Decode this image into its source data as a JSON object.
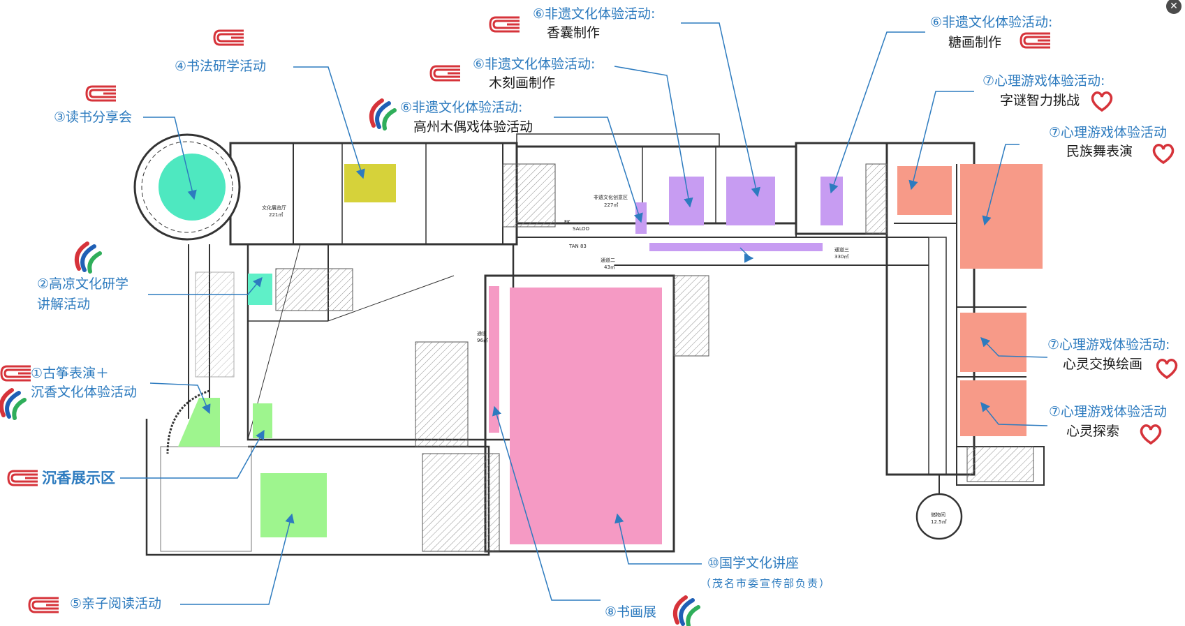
{
  "labels": {
    "heritage_sachet_title": "⑥非遗文化体验活动:",
    "heritage_sachet_sub": "香囊制作",
    "heritage_sugar_title": "⑥非遗文化体验活动:",
    "heritage_sugar_sub": "糖画制作",
    "heritage_woodcut_title": "⑥非遗文化体验活动:",
    "heritage_woodcut_sub": "木刻画制作",
    "heritage_puppet_title": "⑥非遗文化体验活动:",
    "heritage_puppet_sub": "高州木偶戏体验活动",
    "calligraphy": "④书法研学活动",
    "reading_share": "③读书分享会",
    "gaoliang_line1": "②高凉文化研学",
    "gaoliang_line2": "讲解活动",
    "guzheng_line1": "①古筝表演＋",
    "guzheng_line2": "沉香文化体验活动",
    "agarwood_area": "沉香展示区",
    "parent_reading": "⑤亲子阅读活动",
    "painting_exhibit": "⑧书画展",
    "sinology_lecture": "⑩国学文化讲座",
    "sinology_note": "（茂名市委宣传部负责）",
    "psych_riddle_title": "⑦心理游戏体验活动:",
    "psych_riddle_sub": "字谜智力挑战",
    "psych_dance_title": "⑦心理游戏体验活动",
    "psych_dance_sub": "民族舞表演",
    "psych_drawing_title": "⑦心理游戏体验活动:",
    "psych_drawing_sub": "心灵交换绘画",
    "psych_explore_title": "⑦心理游戏体验活动",
    "psych_explore_sub": "心灵探索"
  },
  "plan_text": {
    "cultural_hall": "文化展览厅",
    "cultural_hall_area": "221㎡",
    "heritage_zone": "非遗文化创意区",
    "heritage_zone_area": "227㎡",
    "corridor2": "通道二",
    "corridor2_area": "43㎡",
    "corridor3": "通道三",
    "corridor3_area": "330㎡",
    "corridor_left": "通道",
    "corridor_left_area": "96㎡",
    "storage": "储物间",
    "storage_area": "12.5㎡",
    "saloo": "SALOO",
    "tan": "TAN 83",
    "fk": "FK"
  },
  "colors": {
    "reading_circle": "#4ee8c0",
    "calligraphy": "#d6d23a",
    "gaoliang": "#5ff0c8",
    "green_zone": "#9ef58e",
    "purple_zone": "#c79cf2",
    "pink_hall": "#f59ac4",
    "salmon_zone": "#f79a88",
    "blue_text": "#2d7bbf",
    "red_logo": "#d6333a"
  },
  "icons": [
    "close-icon",
    "seal-logo-icon",
    "swirl-logo-icon",
    "heart-icon"
  ]
}
